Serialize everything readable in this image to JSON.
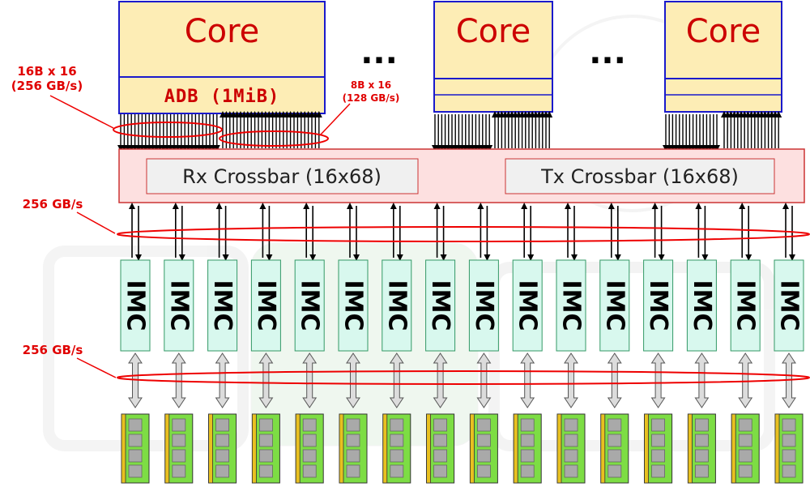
{
  "cores": [
    {
      "label": "Core",
      "cache_label": "ADB (1MiB)"
    },
    {
      "label": "Core",
      "cache_label": ""
    },
    {
      "label": "Core",
      "cache_label": ""
    }
  ],
  "ellipsis": "...",
  "annotations": {
    "core_read_line1": "16B x 16",
    "core_read_line2": "(256 GB/s)",
    "core_write_line1": "8B x 16",
    "core_write_line2": "(128 GB/s)",
    "crossbar_imc_bw": "256 GB/s",
    "imc_memory_bw": "256 GB/s"
  },
  "crossbars": {
    "rx_label": "Rx Crossbar (16x68)",
    "tx_label": "Tx Crossbar (16x68)"
  },
  "imc": {
    "label": "IMC",
    "count": 16
  },
  "memory_modules": {
    "count": 16
  },
  "colors": {
    "core_fill": "#fdedb5",
    "core_border": "#1a1acc",
    "text_red": "#cc0000",
    "crossbar_fill": "#fde0e0",
    "crossbar_border": "#cc3333",
    "imc_fill": "#d8f8ee",
    "imc_border": "#339966",
    "dimm_green": "#7ddd44",
    "dimm_gold": "#e8c020",
    "chip_gray": "#a9a9a9",
    "ellipse_red": "#ee0000"
  }
}
